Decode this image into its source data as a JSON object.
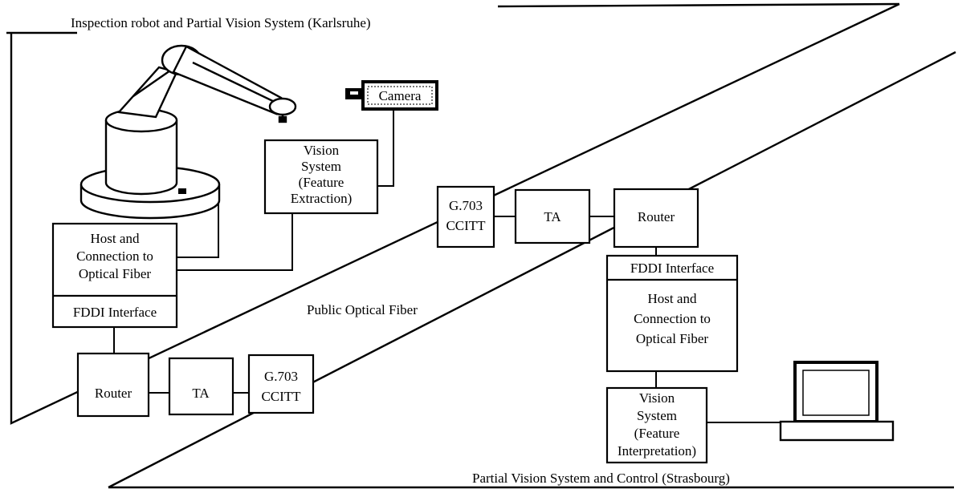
{
  "regions": {
    "karlsruhe_title": "Inspection robot and Partial Vision System (Karlsruhe)",
    "strasbourg_title": "Partial Vision System and Control (Strasbourg)",
    "fiber_label": "Public Optical Fiber"
  },
  "karlsruhe": {
    "camera": "Camera",
    "vision_system": [
      "Vision",
      "System",
      "(Feature",
      "Extraction)"
    ],
    "host": [
      "Host and",
      "Connection to",
      "Optical Fiber"
    ],
    "fddi": "FDDI Interface",
    "router": "Router",
    "ta": "TA",
    "g703": [
      "G.703",
      "CCITT"
    ]
  },
  "strasbourg": {
    "g703": [
      "G.703",
      "CCITT"
    ],
    "ta": "TA",
    "router": "Router",
    "fddi": "FDDI Interface",
    "host": [
      "Host and",
      "Connection to",
      "Optical Fiber"
    ],
    "vision_system": [
      "Vision",
      "System",
      "(Feature",
      "Interpretation)"
    ]
  }
}
